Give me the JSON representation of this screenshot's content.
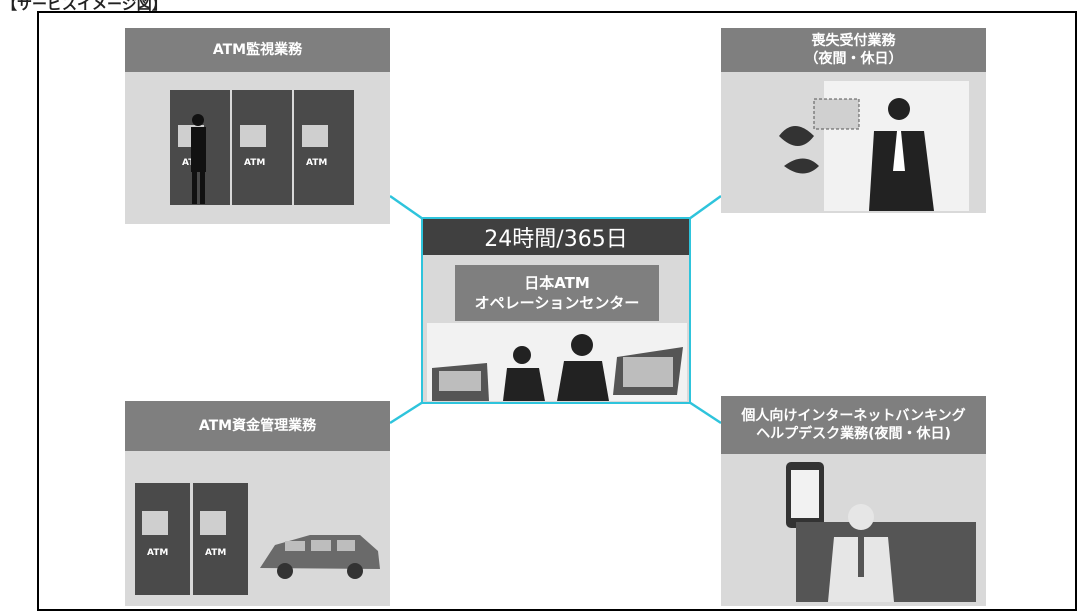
{
  "caption": "【サービスイメージ図】",
  "center": {
    "hours": "24時間/365日",
    "name_line1": "日本ATM",
    "name_line2": "オペレーションセンター"
  },
  "boxes": {
    "atm_monitoring": {
      "title": "ATM監視業務"
    },
    "lost_card": {
      "title_line1": "喪失受付業務",
      "title_line2": "（夜間・休日）"
    },
    "atm_funds": {
      "title": "ATM資金管理業務"
    },
    "helpdesk": {
      "title_line1": "個人向けインターネットバンキング",
      "title_line2": "ヘルプデスク業務(夜間・休日)"
    }
  },
  "atm_label": "ATM",
  "colors": {
    "connector": "#2ec4dc",
    "header": "#7f7f7f",
    "center_header": "#404040",
    "panel": "#d9d9d9"
  }
}
